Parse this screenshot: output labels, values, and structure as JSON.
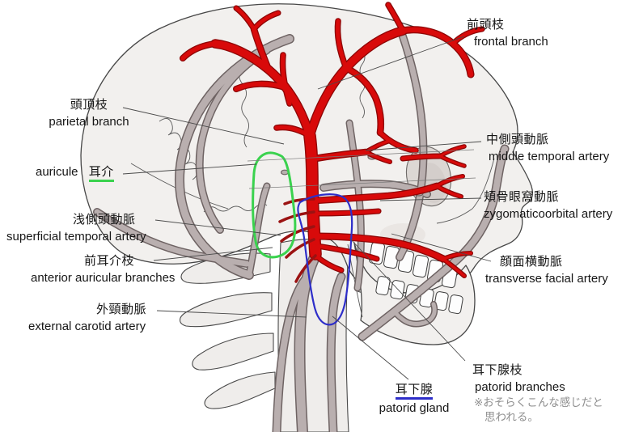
{
  "labels": {
    "frontal_branch": {
      "jp": "前頭枝",
      "en": "frontal branch"
    },
    "parietal_branch": {
      "jp": "頭頂枝",
      "en": "parietal branch"
    },
    "auricle": {
      "en": "auricule",
      "jp": "耳介"
    },
    "middle_temporal_artery": {
      "jp": "中側頭動脈",
      "en": "middle temporal artery"
    },
    "superficial_temporal_artery": {
      "jp": "浅側頭動脈",
      "en": "superficial temporal artery"
    },
    "zygomaticoorbital_artery": {
      "jp": "頬骨眼窩動脈",
      "en": "zygomaticoorbital artery"
    },
    "anterior_auricular_branches": {
      "jp": "前耳介枝",
      "en": "anterior auricular branches"
    },
    "transverse_facial_artery": {
      "jp": "顔面横動脈",
      "en": "transverse facial artery"
    },
    "external_carotid_artery": {
      "jp": "外頸動脈",
      "en": "external carotid artery"
    },
    "parotid_branches": {
      "jp": "耳下腺枝",
      "en": "patorid branches"
    },
    "parotid_gland": {
      "jp": "耳下腺",
      "en": "patorid gland"
    }
  },
  "note": {
    "line1": "※おそらくこんな感じだと",
    "line2": "思われる。"
  },
  "colors": {
    "artery_red": "#d80a0a",
    "artery_red_outline": "#8e0505",
    "artery_gray": "#b9afaf",
    "artery_gray_outline": "#6e6363",
    "auricle_marker_green": "#3ad24e",
    "parotid_marker_blue": "#2e2ec9",
    "note_text_gray": "#8f8f8f",
    "bone_fill": "#f2f0ee"
  }
}
